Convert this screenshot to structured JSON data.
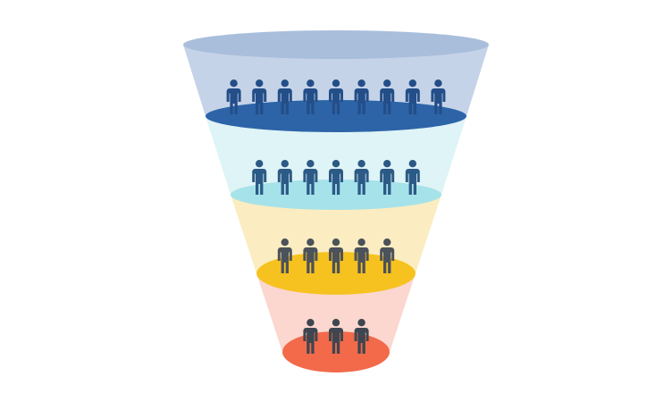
{
  "funnel": {
    "stages": [
      {
        "person_count": 9,
        "band_color": "#c5d3e8",
        "top_rim_color": "#a9bedb",
        "ellipse_color": "#2d64a8",
        "person_color": "#234e88"
      },
      {
        "person_count": 7,
        "band_color": "#dff4f6",
        "ellipse_color": "#a6e2ea",
        "person_color": "#2c5a86"
      },
      {
        "person_count": 5,
        "band_color": "#fbedc1",
        "ellipse_color": "#f6c21f",
        "person_color": "#4c5259"
      },
      {
        "person_count": 3,
        "band_color": "#fbd7cf",
        "ellipse_color": "#f26a4a",
        "person_color": "#3e4650"
      }
    ]
  }
}
